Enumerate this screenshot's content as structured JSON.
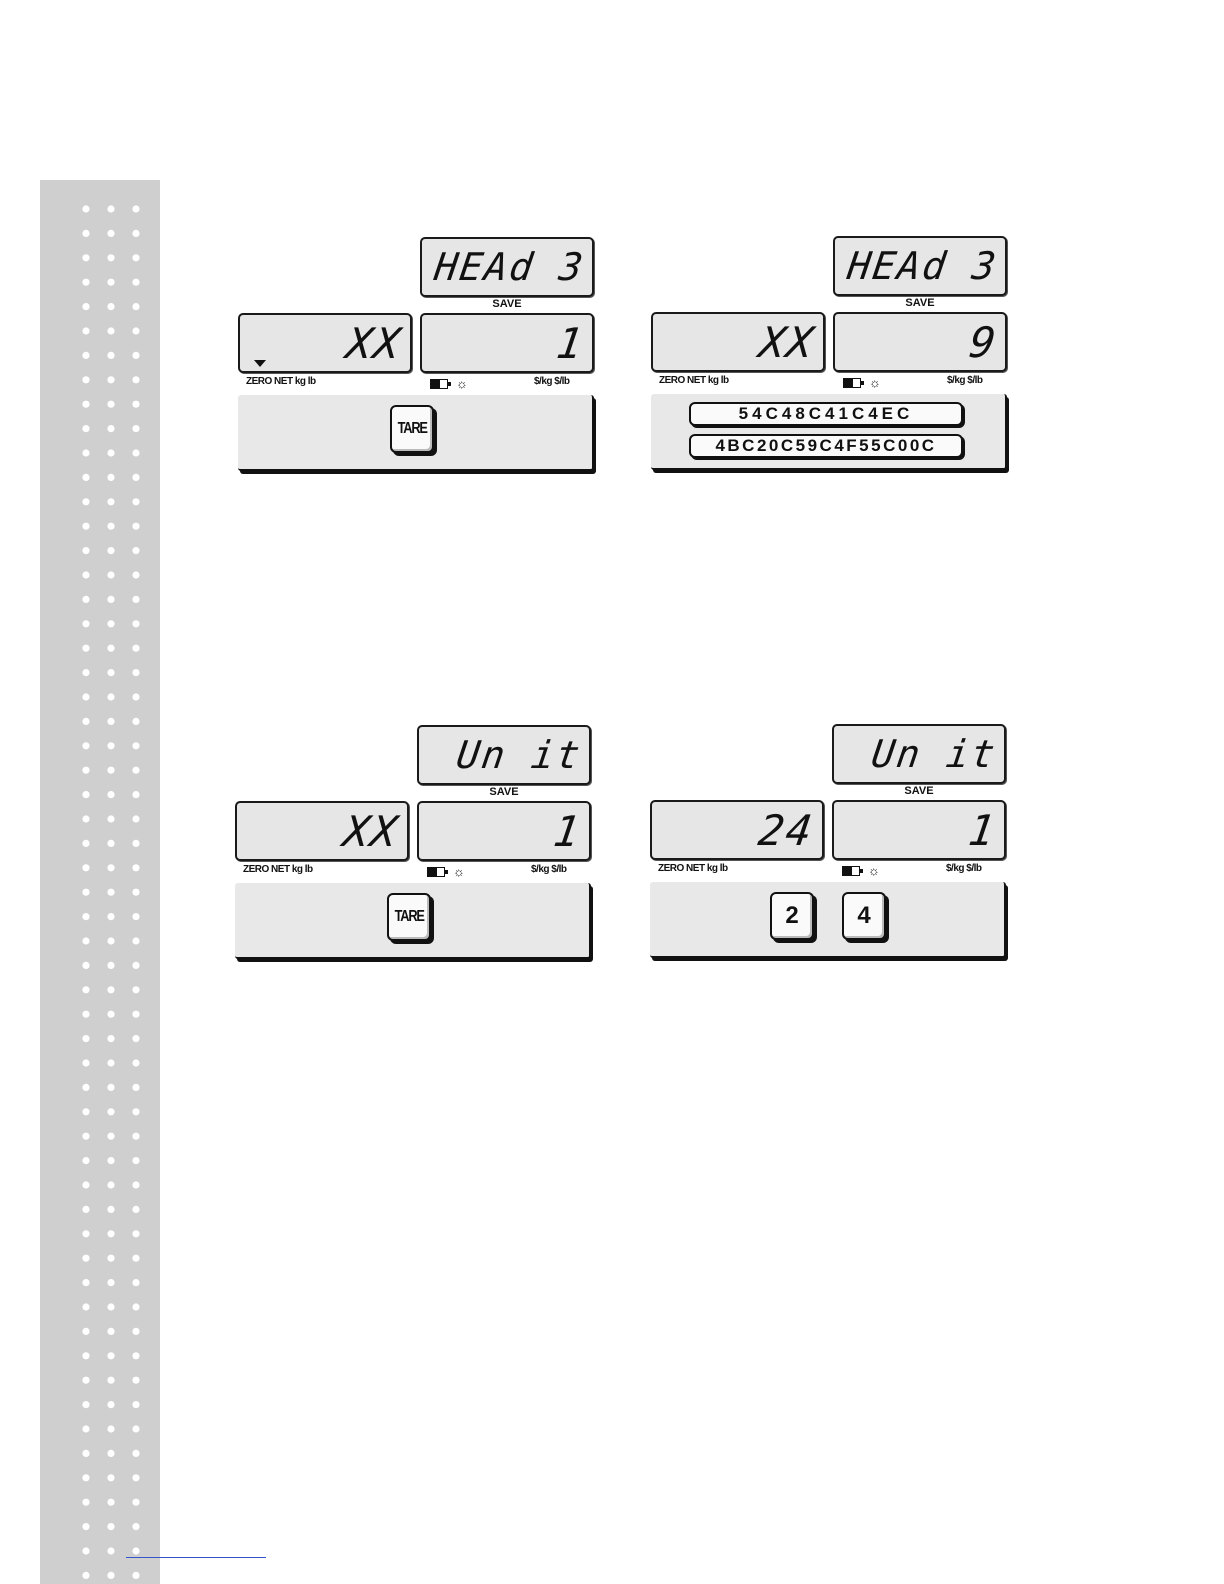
{
  "sidebar": {
    "decoration": "dotted-strip",
    "color": "#cfcfcf"
  },
  "panels": [
    {
      "top_display": "HEAd 3",
      "save_label": "SAVE",
      "left_display": "XX",
      "right_display": "1",
      "indicators_left": "ZERO NET kg  lb",
      "indicators_right": "$/kg $/lb",
      "keys": [
        "TARE"
      ],
      "codes": []
    },
    {
      "top_display": "HEAd 3",
      "save_label": "SAVE",
      "left_display": "XX",
      "right_display": "9",
      "indicators_left": "ZERO NET kg  lb",
      "indicators_right": "$/kg $/lb",
      "keys": [],
      "codes": [
        "54C48C41C4EC",
        "4BC20C59C4F55C00C"
      ]
    },
    {
      "top_display": "Un it",
      "save_label": "SAVE",
      "left_display": "XX",
      "right_display": "1",
      "indicators_left": "ZERO NET kg  lb",
      "indicators_right": "$/kg $/lb",
      "keys": [
        "TARE"
      ],
      "codes": []
    },
    {
      "top_display": "Un it",
      "save_label": "SAVE",
      "left_display": "24",
      "right_display": "1",
      "indicators_left": "ZERO NET kg  lb",
      "indicators_right": "$/kg $/lb",
      "keys": [
        "2",
        "4"
      ],
      "codes": []
    }
  ],
  "icons": {
    "battery": "battery-icon",
    "sun": "sun-icon",
    "zero_arrow": "arrow-down-icon"
  }
}
